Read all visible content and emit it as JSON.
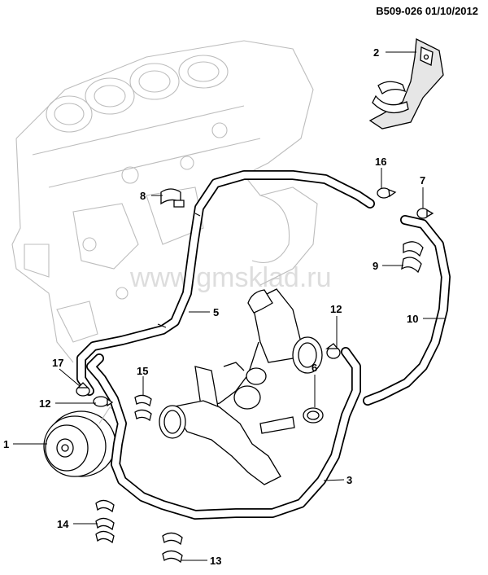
{
  "header": {
    "code": "B509-026  01/10/2012"
  },
  "watermark": {
    "text": "www.gmsklad.ru"
  },
  "callouts": [
    "1",
    "2",
    "3",
    "5",
    "6",
    "7",
    "8",
    "9",
    "10",
    "12",
    "12",
    "13",
    "14",
    "15",
    "16",
    "17"
  ]
}
